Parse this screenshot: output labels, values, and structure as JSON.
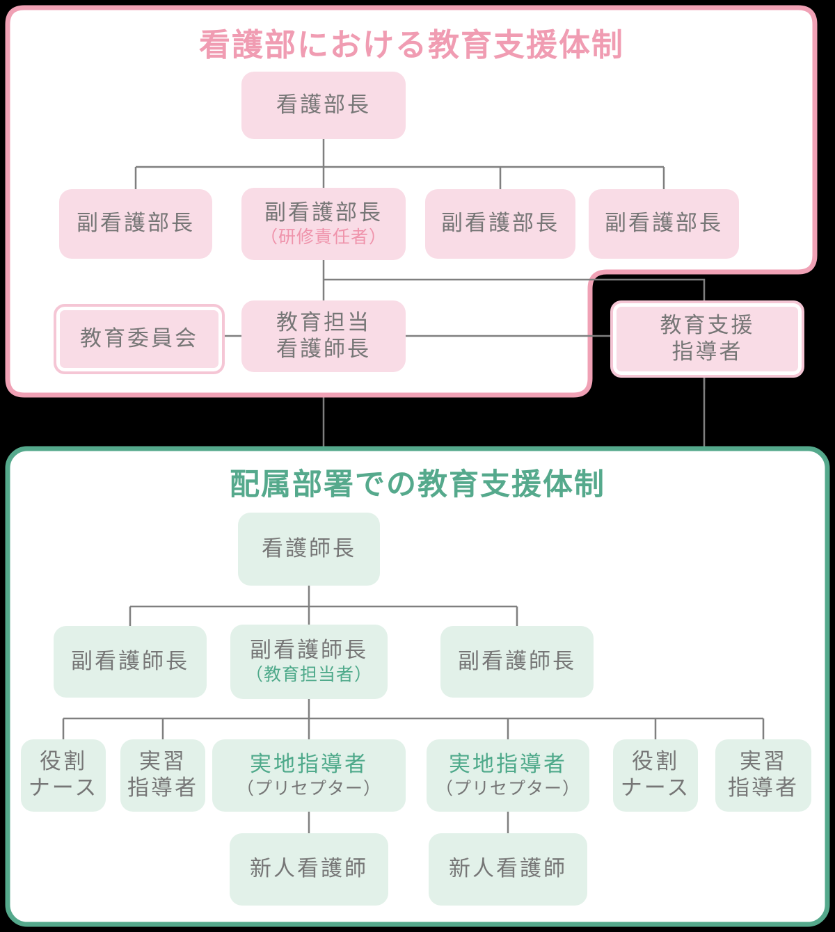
{
  "nursing_dept": {
    "title": "看護部における教育支援体制",
    "director": {
      "label": "看護部長"
    },
    "deputies": [
      {
        "label": "副看護部長"
      },
      {
        "label": "副看護部長",
        "sublabel": "（研修責任者）"
      },
      {
        "label": "副看護部長"
      },
      {
        "label": "副看護部長"
      }
    ],
    "committee": {
      "label": "教育委員会"
    },
    "education_chief": {
      "label_line1": "教育担当",
      "label_line2": "看護師長"
    },
    "support_instructor": {
      "label_line1": "教育支援",
      "label_line2": "指導者"
    }
  },
  "assigned_dept": {
    "title": "配属部署での教育支援体制",
    "chief": {
      "label": "看護師長"
    },
    "deputy_chiefs": [
      {
        "label": "副看護師長"
      },
      {
        "label": "副看護師長",
        "sublabel": "（教育担当者）"
      },
      {
        "label": "副看護師長"
      }
    ],
    "staff": [
      {
        "label_line1": "役割",
        "label_line2": "ナース"
      },
      {
        "label_line1": "実習",
        "label_line2": "指導者"
      },
      {
        "label": "実地指導者",
        "sublabel": "（プリセプター）"
      },
      {
        "label": "実地指導者",
        "sublabel": "（プリセプター）"
      },
      {
        "label_line1": "役割",
        "label_line2": "ナース"
      },
      {
        "label_line1": "実習",
        "label_line2": "指導者"
      }
    ],
    "new_nurses": [
      {
        "label": "新人看護師"
      },
      {
        "label": "新人看護師"
      }
    ]
  },
  "colors": {
    "background": "#000000",
    "pink_border": "#f0a1b5",
    "pink_box_fill": "#f9dce6",
    "pink_title_text": "#f09cb2",
    "pink_sublabel_text": "#ef93ab",
    "green_border": "#55a98c",
    "green_box_fill": "#e2f1e9",
    "green_sublabel_text": "#4ea98a",
    "box_text": "#767676",
    "connector_line": "#7f7f7f"
  }
}
